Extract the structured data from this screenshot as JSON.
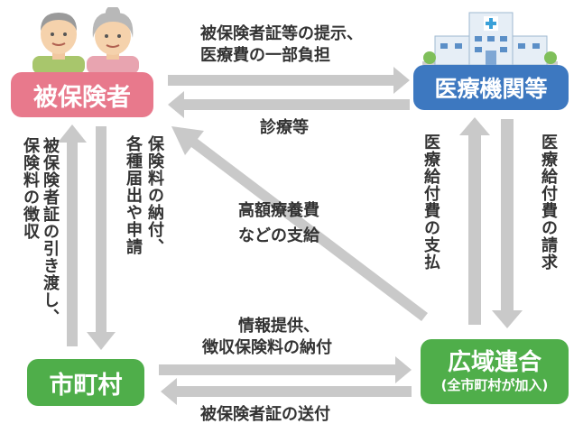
{
  "insured": {
    "label": "被保険者"
  },
  "medical": {
    "label": "医療機関等"
  },
  "municipality": {
    "label": "市町村"
  },
  "union": {
    "label": "広域連合",
    "sub": "(全市町村が加入)"
  },
  "labels": {
    "top_forward_line1": "被保険者証等の提示、",
    "top_forward_line2": "医療費の一部負担",
    "top_back": "診療等",
    "left_up_col1": "被保険者証の引き渡し、",
    "left_up_col2": "保険料の徴収",
    "left_down_col1": "保険料の納付、",
    "left_down_col2": "各種届出や申請",
    "diagonal_line1": "高額療養費",
    "diagonal_line2": "などの支給",
    "right_up": "医療給付費の支払",
    "right_down": "医療給付費の請求",
    "bottom_forward_line1": "情報提供、",
    "bottom_forward_line2": "徴収保険料の納付",
    "bottom_back": "被保険者証の送付"
  },
  "colors": {
    "insured": "#e8798c",
    "medical": "#3d78c0",
    "municipality": "#4fae4a",
    "union": "#4fae4a",
    "arrow": "#c9c9c9"
  }
}
